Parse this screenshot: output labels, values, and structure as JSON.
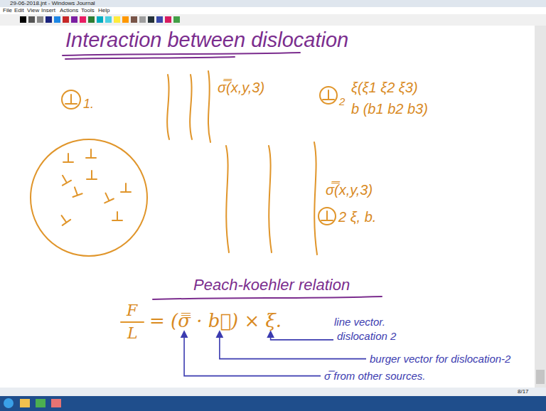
{
  "diagram": {
    "title": "Interaction between dislocation",
    "labels": [
      "29-06-2018.jnt - Windows Journal",
      "File",
      "Edit",
      "View",
      "Insert",
      "Actions",
      "Tools",
      "Help",
      "1.",
      "σ̿(x,y,3)",
      "2",
      "ξ(ξ1 ξ2 ξ3)",
      "b (b1 b2 b3)",
      "σ̿(x,y,3)",
      "2 ξ, b.",
      "Peach-koehler relation",
      "F",
      "L",
      "= (σ̿ · b⃗) × ξ.",
      "line vector.",
      "dislocation 2",
      "burger vector for dislocation-2",
      "σ̿ from other sources.",
      "8/17"
    ]
  }
}
